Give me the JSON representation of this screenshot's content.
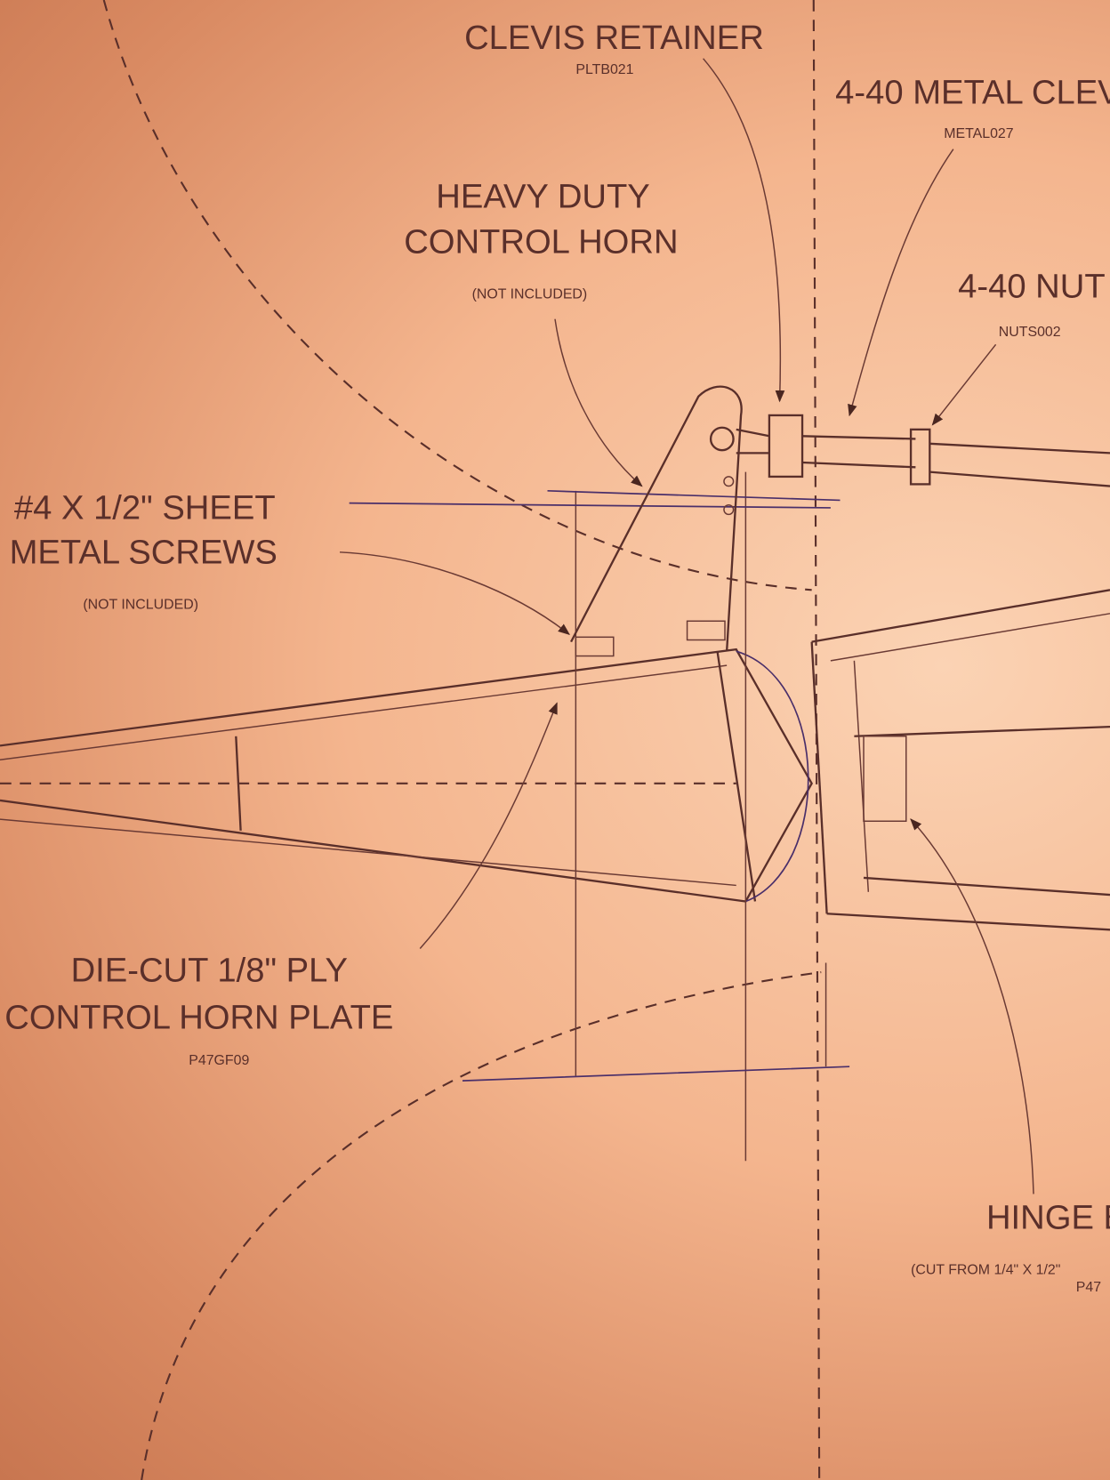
{
  "labels": {
    "clevis_retainer": {
      "title": "CLEVIS RETAINER",
      "part": "PLTB021"
    },
    "metal_clevis": {
      "title": "4-40 METAL CLEV",
      "part": "METAL027"
    },
    "control_horn": {
      "line1": "HEAVY DUTY",
      "line2": "CONTROL HORN",
      "note": "(NOT INCLUDED)"
    },
    "nut": {
      "title": "4-40 NUT",
      "part": "NUTS002"
    },
    "screws": {
      "line1": "#4 X 1/2\" SHEET",
      "line2": "METAL SCREWS",
      "note": "(NOT INCLUDED)"
    },
    "horn_plate": {
      "line1": "DIE-CUT 1/8\" PLY",
      "line2": "CONTROL HORN PLATE",
      "part": "P47GF09"
    },
    "hinge": {
      "title": "HINGE B",
      "note": "(CUT FROM 1/4\" X 1/2\"",
      "part": "P47"
    }
  }
}
